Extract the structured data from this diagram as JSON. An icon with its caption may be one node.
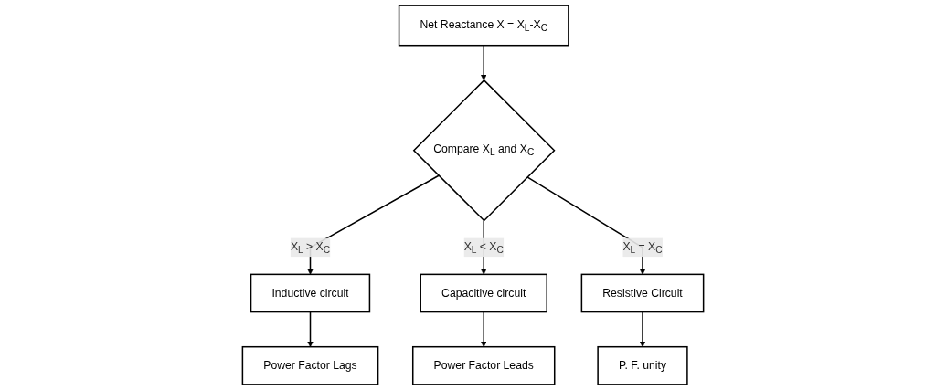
{
  "diagram": {
    "nodes": [
      {
        "text": [
          "Net Reactance X = X$_{L}$-X$_{C}$"
        ]
      },
      {
        "text": [
          "Compare X$_{L}$ and X$_{C}$"
        ]
      },
      {
        "text": [
          "Power Factor Lags"
        ]
      },
      {
        "text": [
          "Inductive circuit"
        ]
      },
      {
        "text": [
          "Capacitive circuit"
        ]
      },
      {
        "text": [
          "Power Factor Leads"
        ]
      },
      {
        "text": [
          "Resistive Circuit"
        ]
      },
      {
        "text": [
          "P. F. unity"
        ]
      }
    ],
    "edges": [
      {
        "from": 0,
        "to": 1,
        "arrow": "to"
      },
      {
        "from": 1,
        "to": 3,
        "arrow": "to",
        "label": "X$_{L}$ > X$_{C}$"
      },
      {
        "from": 3,
        "to": 2,
        "arrow": "to"
      },
      {
        "from": 1,
        "to": 4,
        "arrow": "to",
        "label": "X$_{L}$ < X$_{C}$"
      },
      {
        "from": 4,
        "to": 5,
        "arrow": "to"
      },
      {
        "from": 1,
        "to": 6,
        "arrow": "to",
        "label": "X$_{L}$ = X$_{C}$"
      },
      {
        "from": 6,
        "to": 7,
        "arrow": "to"
      }
    ]
  }
}
